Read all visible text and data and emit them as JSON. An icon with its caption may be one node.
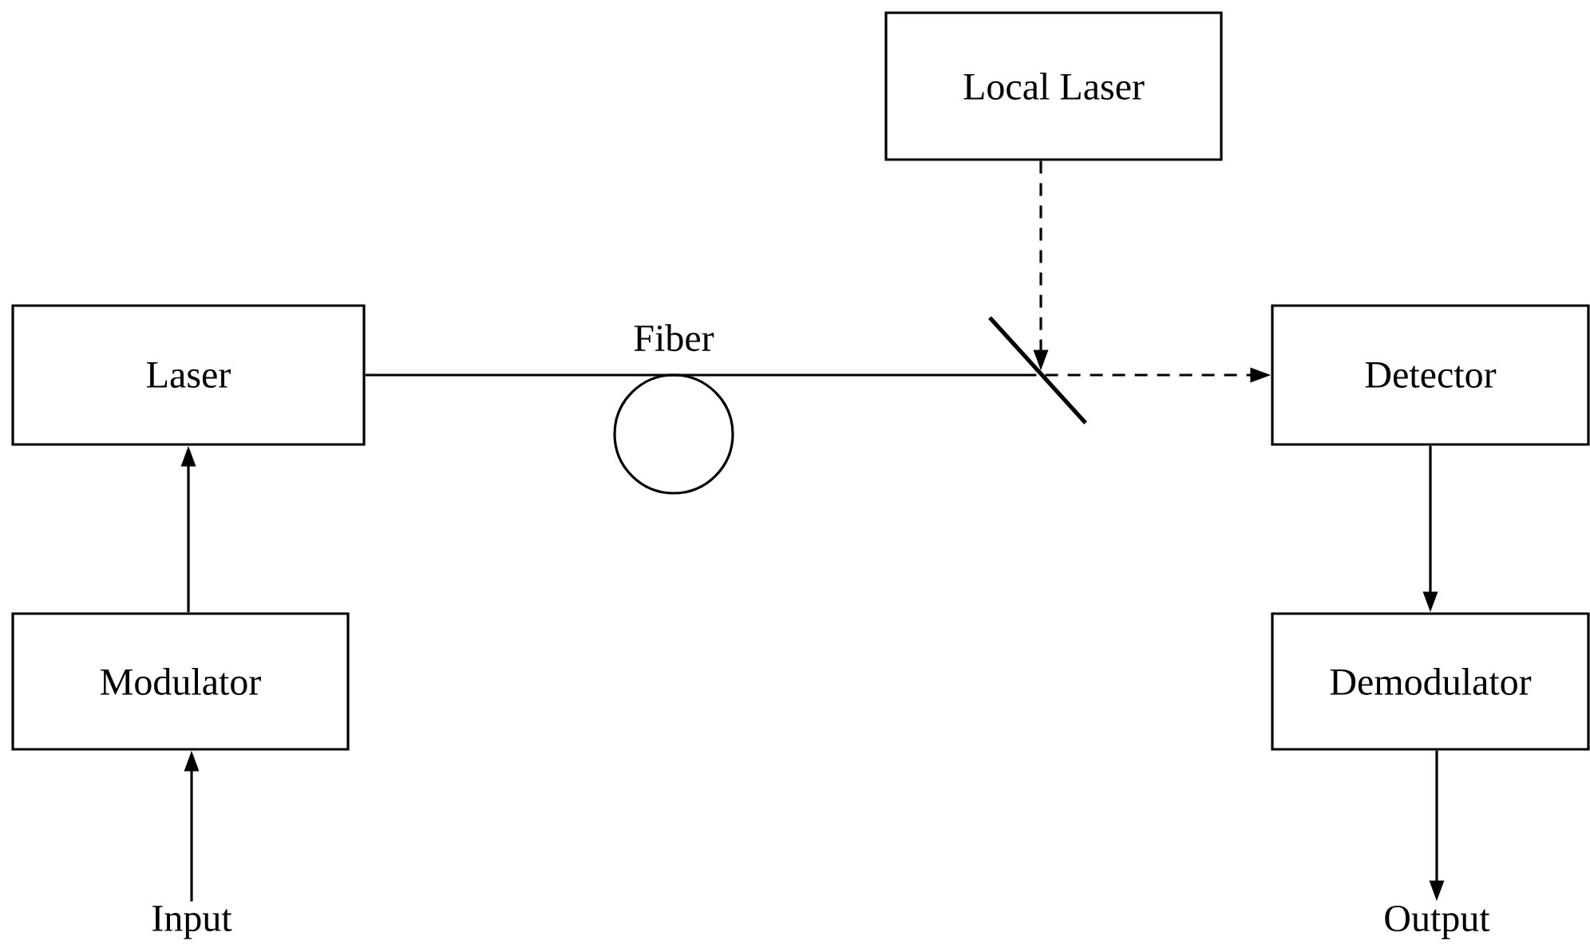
{
  "diagram": {
    "nodes": [
      {
        "text": [
          "Local Laser"
        ]
      },
      {
        "text": [
          "Laser"
        ]
      },
      {
        "text": [
          "Detector"
        ]
      },
      {
        "text": [
          "Modulator"
        ]
      },
      {
        "text": [
          "Demodulator"
        ]
      },
      {
        "text": [
          "Input"
        ]
      },
      {
        "text": [
          "Output"
        ]
      },
      {
        "text": [],
        "shape": "circle",
        "beside": [
          "Fiber"
        ]
      },
      {
        "text": [],
        "shape": "bar"
      }
    ],
    "edges": [
      {
        "from": 5,
        "to": 3,
        "arrow": "to"
      },
      {
        "from": 3,
        "to": 1,
        "arrow": "to"
      },
      {
        "from": 1,
        "to": 7,
        "arrow": "none"
      },
      {
        "from": 7,
        "to": 8,
        "arrow": "none"
      },
      {
        "from": 0,
        "to": 8,
        "arrow": "to",
        "style": "dashed"
      },
      {
        "from": 8,
        "to": 2,
        "arrow": "to",
        "style": "dashed"
      },
      {
        "from": 2,
        "to": 4,
        "arrow": "to"
      },
      {
        "from": 4,
        "to": 6,
        "arrow": "to"
      }
    ]
  }
}
